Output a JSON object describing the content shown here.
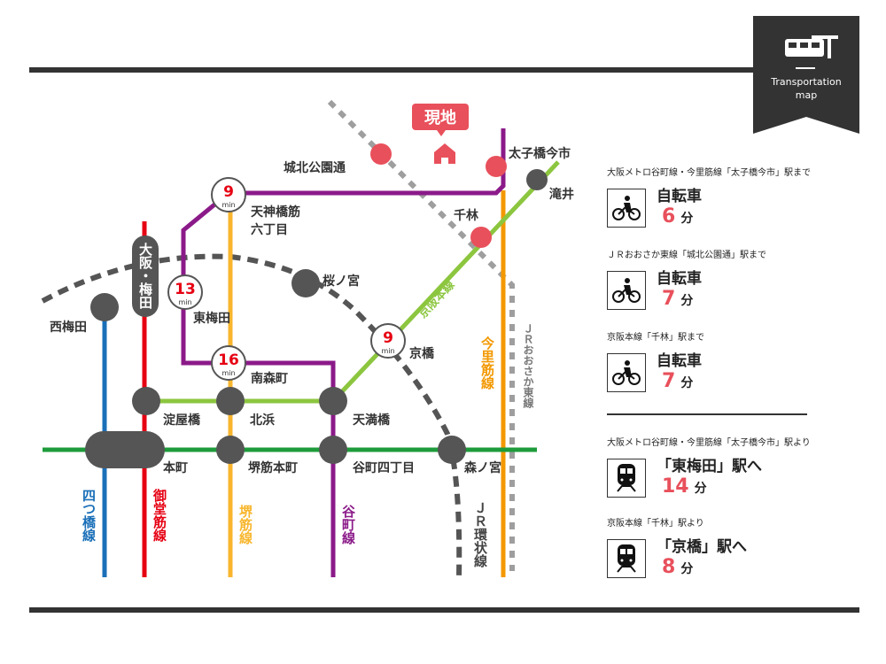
{
  "badge": {
    "title": "Transportation",
    "subtitle": "map",
    "icon": "train-station-icon"
  },
  "map": {
    "current_location": "現地",
    "lines": {
      "yotsubashi": {
        "name": "四つ橋線",
        "color": "#1a6fb8"
      },
      "midosuji": {
        "name": "御堂筋線",
        "color": "#e60012"
      },
      "sakaisuji": {
        "name": "堺筋線",
        "color": "#f8b62d"
      },
      "tanimachi": {
        "name": "谷町線",
        "color": "#8b1a89"
      },
      "imazatosuji": {
        "name": "今里筋線",
        "color": "#f39800"
      },
      "keihan": {
        "name": "京阪本線",
        "color": "#8cc63f"
      },
      "chuo": {
        "color": "#1e9b3a"
      },
      "jr_loop": {
        "name": "ＪＲ環状線",
        "color": "#555555"
      },
      "jr_osaka_higashi": {
        "name": "ＪＲおおさか東線",
        "color": "#9e9e9e"
      }
    },
    "stations": {
      "joto": "城北公園通",
      "taishibashi": "太子橋今市",
      "takii": "滝井",
      "senbayashi": "千林",
      "tenjinbashi": [
        "天神橋筋",
        "六丁目"
      ],
      "sakuranomiya": "桜ノ宮",
      "umeda": "大阪・梅田",
      "nishiumeda": "西梅田",
      "higashiumeda": "東梅田",
      "kyobashi": "京橋",
      "minamimorimachi": "南森町",
      "yodoyabashi": "淀屋橋",
      "kitahama": "北浜",
      "tenmabashi": "天満橋",
      "honmachi": "本町",
      "sakaisujihonmachi": "堺筋本町",
      "tanimachi4": "谷町四丁目",
      "morinomiya": "森ノ宮"
    },
    "times": [
      {
        "value": "9",
        "unit": "min"
      },
      {
        "value": "13",
        "unit": "min"
      },
      {
        "value": "16",
        "unit": "min"
      },
      {
        "value": "9",
        "unit": "min"
      }
    ]
  },
  "access": {
    "bike": [
      {
        "caption": "大阪メトロ谷町線・今里筋線「太子橋今市」駅まで",
        "mode": "自転車",
        "minutes": "6",
        "unit": "分"
      },
      {
        "caption": "ＪＲおおさか東線「城北公園通」駅まで",
        "mode": "自転車",
        "minutes": "7",
        "unit": "分"
      },
      {
        "caption": "京阪本線「千林」駅まで",
        "mode": "自転車",
        "minutes": "7",
        "unit": "分"
      }
    ],
    "train": [
      {
        "caption": "大阪メトロ谷町線・今里筋線「太子橋今市」駅より",
        "dest": "「東梅田」駅へ",
        "minutes": "14",
        "unit": "分"
      },
      {
        "caption": "京阪本線「千林」駅より",
        "dest": "「京橋」駅へ",
        "minutes": "8",
        "unit": "分"
      }
    ]
  }
}
